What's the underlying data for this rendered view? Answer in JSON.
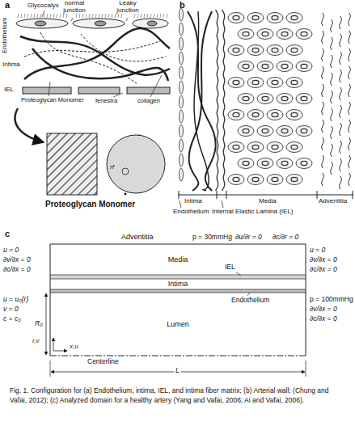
{
  "diagram": {
    "caption": "Fig. 1. Configuration for (a) Endothelium, intima, IEL, and intima fiber matrix; (b) Arterial wall; (Chung and Vafai, 2012); (c) Analyzed domain for a healthy artery (Yang and Vafai, 2006; Ai and Vafai, 2006).",
    "nodes": [
      {
        "text": [
          "Media"
        ]
      },
      {
        "text": [
          "Intima"
        ]
      },
      {
        "text": [
          "Lumen"
        ]
      }
    ],
    "labels": [
      "a",
      "Glycocalyx",
      "normal junction",
      "Leaky junction",
      "Endothelium",
      "Intima",
      "IEL",
      "Proteoglycan Monomer",
      "fenestra",
      "collagen",
      "Proteoglycan Monomer",
      "rf",
      "b",
      "Intima",
      "Media",
      "Adventitia",
      "Endothelium",
      "Internal Elastic Lamina (IEL)",
      "c",
      "Adventitia",
      "p = 30mmHg",
      "∂u/∂r = 0",
      "∂c/∂r = 0",
      "u = 0",
      "∂v/∂x = 0",
      "∂c/∂x = 0",
      "u = 0",
      "∂v/∂x = 0",
      "∂c/∂x = 0",
      "IEL",
      "Endothelium",
      "u = u₀(r)",
      "v = 0",
      "c = c₀",
      "R₀",
      "r,v",
      "x,u",
      "Centerline",
      "p = 100mmHg",
      "∂v/∂x = 0",
      "∂c/∂x = 0",
      "L"
    ]
  }
}
